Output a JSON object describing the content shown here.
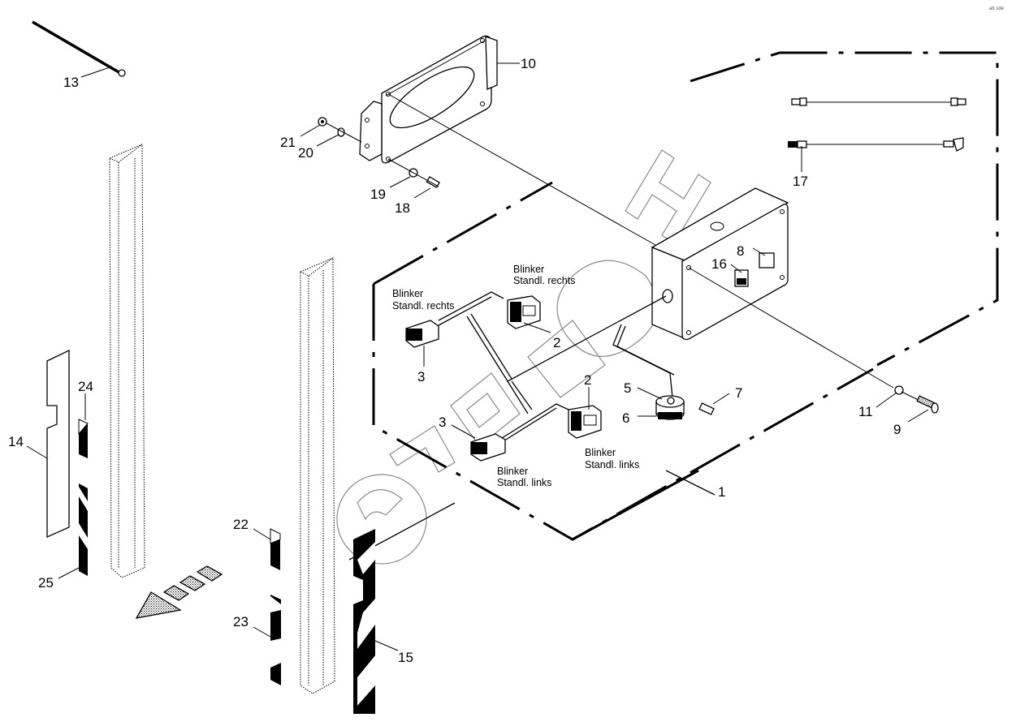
{
  "title": "Exploded parts diagram – warning light / marker post assembly",
  "corner_mark": "ab sde",
  "watermark": "ABTOH",
  "callouts": [
    {
      "id": "1",
      "label": "1"
    },
    {
      "id": "2a",
      "label": "2"
    },
    {
      "id": "2b",
      "label": "2"
    },
    {
      "id": "3a",
      "label": "3"
    },
    {
      "id": "3b",
      "label": "3"
    },
    {
      "id": "5",
      "label": "5"
    },
    {
      "id": "6",
      "label": "6"
    },
    {
      "id": "7",
      "label": "7"
    },
    {
      "id": "8",
      "label": "8"
    },
    {
      "id": "9",
      "label": "9"
    },
    {
      "id": "10",
      "label": "10"
    },
    {
      "id": "11",
      "label": "11"
    },
    {
      "id": "13",
      "label": "13"
    },
    {
      "id": "14",
      "label": "14"
    },
    {
      "id": "15",
      "label": "15"
    },
    {
      "id": "16",
      "label": "16"
    },
    {
      "id": "17",
      "label": "17"
    },
    {
      "id": "18",
      "label": "18"
    },
    {
      "id": "19",
      "label": "19"
    },
    {
      "id": "20",
      "label": "20"
    },
    {
      "id": "21",
      "label": "21"
    },
    {
      "id": "22",
      "label": "22"
    },
    {
      "id": "23",
      "label": "23"
    },
    {
      "id": "24",
      "label": "24"
    },
    {
      "id": "25",
      "label": "25"
    }
  ],
  "annotations": {
    "connector_3_top": {
      "line1": "Blinker",
      "line2": "Standl. rechts"
    },
    "connector_2_top": {
      "line1": "Blinker",
      "line2": "Standl. rechts"
    },
    "connector_3_bottom": {
      "line1": "Blinker",
      "line2": "Standl. links"
    },
    "connector_2_bottom": {
      "line1": "Blinker",
      "line2": "Standl. links"
    }
  }
}
